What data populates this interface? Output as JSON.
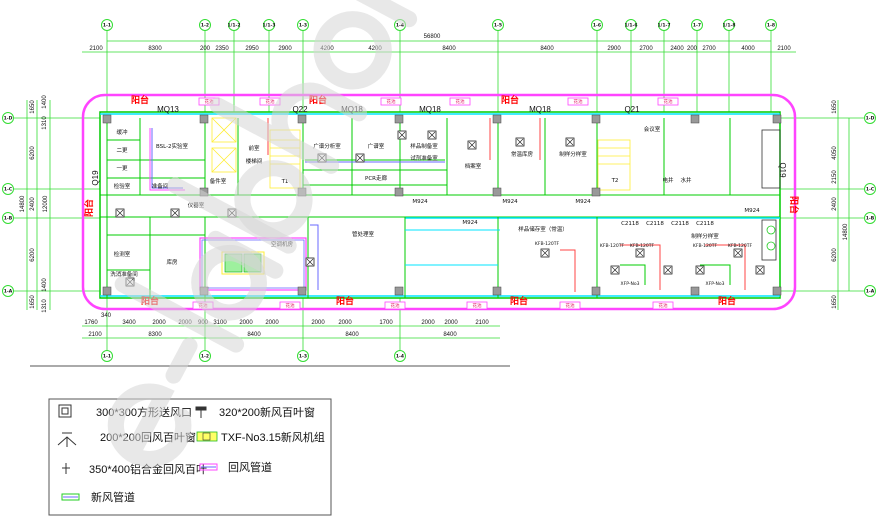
{
  "drawing": {
    "top_axes": [
      "1-1",
      "1-2",
      "1/1-2",
      "1/1-3",
      "1-3",
      "1-4",
      "1-5",
      "1-6",
      "1/1-6",
      "1/1-7",
      "1-7",
      "1/1-8",
      "1-8"
    ],
    "bottom_axes": [
      "1-1",
      "1-2",
      "1-3",
      "1-4"
    ],
    "left_axes": [
      "1-D",
      "1-C",
      "1-B",
      "1-A"
    ],
    "right_axes": [
      "1-D",
      "1-C",
      "1-B",
      "1-A"
    ],
    "total_width": "56800",
    "top_dims": [
      "2100",
      "8300",
      "200",
      "2350",
      "2950",
      "2900",
      "4200",
      "4200",
      "8400",
      "8400",
      "2900",
      "2700",
      "2400",
      "200",
      "2700",
      "4000",
      "2100"
    ],
    "bottom_dims_row1": [
      "1760",
      "340",
      "3400",
      "2000",
      "2000",
      "900",
      "3100",
      "2000",
      "2000",
      "2000",
      "2000",
      "1700",
      "2000",
      "2000",
      "2100"
    ],
    "bottom_dims_row2": [
      "2100",
      "8300",
      "8400",
      "8400",
      "8400"
    ],
    "left_dims": [
      "1650",
      "1400",
      "1310",
      "6200",
      "14800",
      "2400",
      "12000",
      "6200",
      "1650",
      "1310",
      "1400"
    ],
    "right_dims": [
      "1650",
      "4050",
      "2150",
      "2400",
      "14800",
      "6200",
      "1650"
    ],
    "balcony_label": "阳台",
    "planter_label": "花池",
    "wall_codes": [
      "MQ13",
      "Q22",
      "MQ18",
      "MQ18",
      "MQ18",
      "Q21",
      "Q19",
      "Q19"
    ],
    "rooms": [
      "缓冲",
      "二更",
      "一更",
      "检验室",
      "准备间",
      "BSL-2实验室",
      "备件室",
      "前室",
      "楼梯间",
      "T1",
      "仪器室",
      "广谱分析室",
      "广谱室",
      "样品制备室",
      "试剂准备室",
      "PCR走廊",
      "档案室",
      "常温库房",
      "制样分样室",
      "T2",
      "会议室",
      "电井",
      "水井",
      "样品储存室（常温）",
      "制样分样室",
      "检测室",
      "库房",
      "洗消准备间",
      "空调机房",
      "管处理室"
    ],
    "door_codes": [
      "M924",
      "M924",
      "M924",
      "M924",
      "M924",
      "C2118",
      "C2118",
      "C2118",
      "C2118"
    ],
    "equipment_tags": [
      "KFB-120TF",
      "KFB-120TF",
      "KFB-120TF",
      "KFB-120TF",
      "KFB-120TF",
      "XFP-No3",
      "XFP-No3"
    ]
  },
  "legend": {
    "items": [
      {
        "icon": "square-diffuser-icon",
        "label": "300*300方形送风口"
      },
      {
        "icon": "louver-320-icon",
        "label": "320*200新风百叶窗"
      },
      {
        "icon": "louver-200-icon",
        "label": "200*200回风百叶窗"
      },
      {
        "icon": "fan-unit-icon",
        "label": "TXF-No3.15新风机组"
      },
      {
        "icon": "alu-louver-icon",
        "label": "350*400铝合金回风百叶"
      },
      {
        "icon": "return-duct-icon",
        "label": "回风管道"
      },
      {
        "icon": "fresh-duct-icon",
        "label": "新风管道"
      }
    ]
  },
  "watermark": "e-labhome",
  "colors": {
    "axis": "#33dd33",
    "outline": "#ff44ff",
    "wall": "#00cc00",
    "glass": "#00e5ff",
    "label_red": "#ff0000",
    "stair": "#ffee33"
  }
}
